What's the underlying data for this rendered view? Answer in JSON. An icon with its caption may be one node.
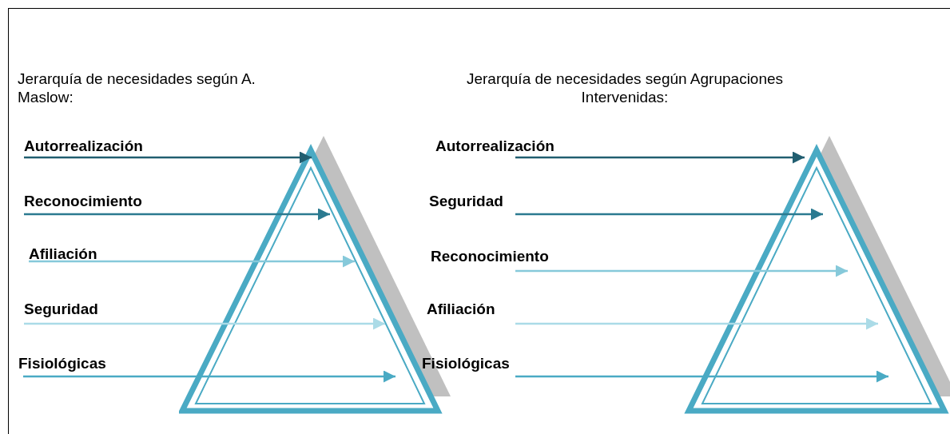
{
  "diagram": {
    "nodes": [
      {
        "text": [
          "Autorrealización"
        ]
      },
      {
        "text": [
          "Reconocimiento"
        ]
      },
      {
        "text": [
          "Afiliación"
        ]
      },
      {
        "text": [
          "Seguridad"
        ]
      },
      {
        "text": [
          "Fisiológicas"
        ]
      },
      {
        "text": [],
        "shape": "triangle"
      },
      {
        "text": [
          "Autorrealización"
        ]
      },
      {
        "text": [
          "Seguridad"
        ]
      },
      {
        "text": [
          "Reconocimiento"
        ]
      },
      {
        "text": [
          "Afiliación"
        ]
      },
      {
        "text": [
          "Fisiológicas"
        ]
      },
      {
        "text": [],
        "shape": "triangle"
      }
    ],
    "edges": [
      {
        "from": 0,
        "to": 5,
        "arrow": "to",
        "color": "#215e70"
      },
      {
        "from": 1,
        "to": 5,
        "arrow": "to",
        "color": "#2b7a90"
      },
      {
        "from": 2,
        "to": 5,
        "arrow": "to",
        "color": "#86c9da"
      },
      {
        "from": 3,
        "to": 5,
        "arrow": "to",
        "color": "#abdbe7"
      },
      {
        "from": 4,
        "to": 5,
        "arrow": "to",
        "color": "#4aaac4"
      },
      {
        "from": 6,
        "to": 11,
        "arrow": "to",
        "color": "#215e70"
      },
      {
        "from": 7,
        "to": 11,
        "arrow": "to",
        "color": "#2b7a90"
      },
      {
        "from": 8,
        "to": 11,
        "arrow": "to",
        "color": "#86c9da"
      },
      {
        "from": 9,
        "to": 11,
        "arrow": "to",
        "color": "#abdbe7"
      },
      {
        "from": 10,
        "to": 11,
        "arrow": "to",
        "color": "#4aaac4"
      }
    ],
    "labels": [
      "Jerarquía de necesidades según A. Maslow:",
      "Jerarquía de necesidades según Agrupaciones Intervenidas:"
    ]
  }
}
